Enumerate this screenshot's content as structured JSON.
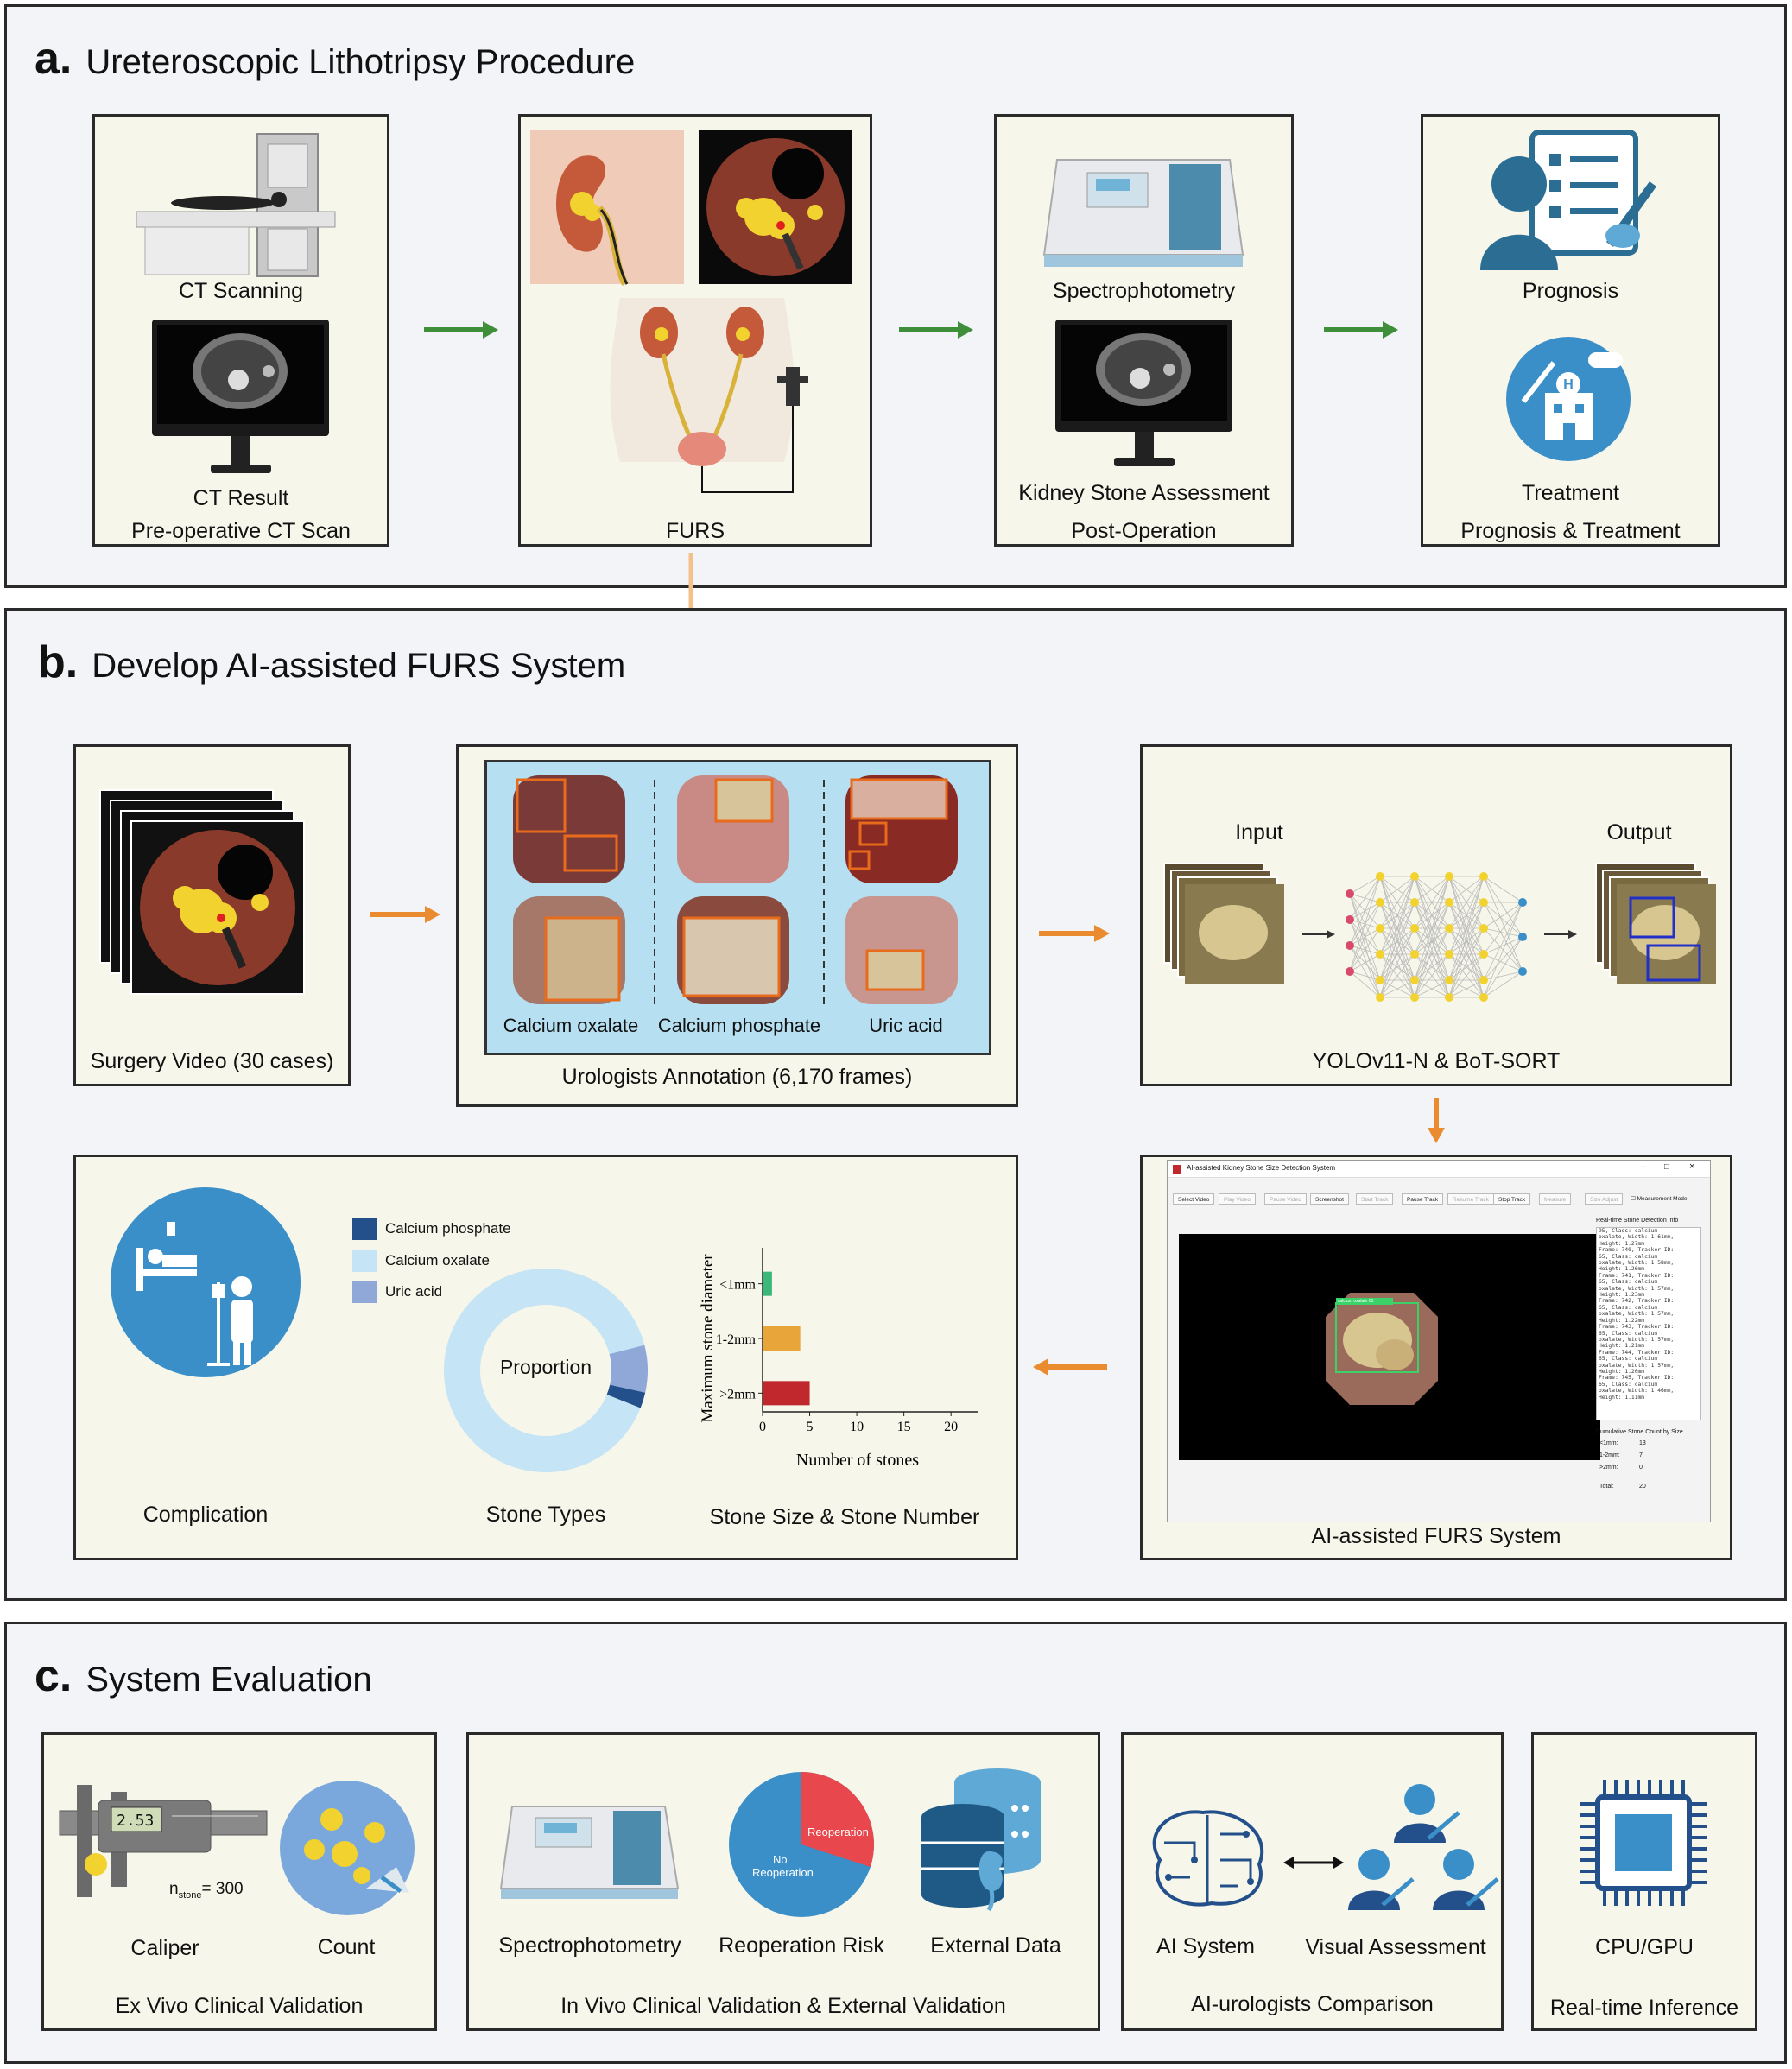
{
  "panel_a": {
    "letter": "a.",
    "title": "Ureteroscopic Lithotripsy Procedure",
    "box1": {
      "label_top": "CT Scanning",
      "label_mid": "CT Result",
      "caption": "Pre-operative CT Scan"
    },
    "box2": {
      "caption": "FURS"
    },
    "box3": {
      "label_top": "Spectrophotometry",
      "label_mid": "Kidney Stone Assessment",
      "caption": "Post-Operation"
    },
    "box4": {
      "label_top": "Prognosis",
      "label_mid": "Treatment",
      "caption": "Prognosis & Treatment"
    }
  },
  "panel_b": {
    "letter": "b.",
    "title": "Develop AI-assisted FURS System",
    "video": {
      "caption": "Surgery Video (30 cases)"
    },
    "annotation": {
      "caption": "Urologists Annotation (6,170 frames)",
      "classes": [
        "Calcium oxalate",
        "Calcium phosphate",
        "Uric acid"
      ]
    },
    "model": {
      "input_label": "Input",
      "output_label": "Output",
      "caption": "YOLOv11-N & BoT-SORT"
    },
    "results": {
      "complication_label": "Complication",
      "stone_types_label": "Stone Types",
      "stone_size_label": "Stone Size & Stone Number",
      "donut_center": "Proportion",
      "legend": [
        "Calcium phosphate",
        "Calcium oxalate",
        "Uric acid"
      ]
    },
    "system": {
      "caption": "AI-assisted FURS System",
      "window_title": "AI-assisted Kidney Stone Size Detection System",
      "buttons": [
        "Select Video",
        "Play Video",
        "Pause Video",
        "Screenshot",
        "Start Track",
        "Pause Track",
        "Resume Track",
        "Stop Track",
        "Measure",
        "Size Adjust"
      ],
      "checkbox": "Measurement Mode",
      "info_title": "Real-time Stone Detection Info",
      "info_lines": [
        "95, Class: calcium",
        "oxalate, Width: 1.61mm,",
        "Height: 1.27mm",
        "Frame: 740, Tracker ID:",
        "65, Class: calcium",
        "oxalate, Width: 1.58mm,",
        "Height: 1.26mm",
        "Frame: 741, Tracker ID:",
        "65, Class: calcium",
        "oxalate, Width: 1.57mm,",
        "Height: 1.23mm",
        "Frame: 742, Tracker ID:",
        "65, Class: calcium",
        "oxalate, Width: 1.57mm,",
        "Height: 1.22mm",
        "Frame: 743, Tracker ID:",
        "65, Class: calcium",
        "oxalate, Width: 1.57mm,",
        "Height: 1.21mm",
        "Frame: 744, Tracker ID:",
        "65, Class: calcium",
        "oxalate, Width: 1.57mm,",
        "Height: 1.20mm",
        "Frame: 745, Tracker ID:",
        "65, Class: calcium",
        "oxalate, Width: 1.46mm,",
        "Height: 1.11mm"
      ],
      "count_title": "Cumulative Stone Count by Size",
      "counts": [
        {
          "k": "<1mm:",
          "v": "13"
        },
        {
          "k": "1-2mm:",
          "v": "7"
        },
        {
          "k": ">2mm:",
          "v": "0"
        },
        {
          "k": "Total:",
          "v": "20"
        }
      ],
      "detection_tag": "calcium oxalate 65"
    }
  },
  "panel_c": {
    "letter": "c.",
    "title": "System Evaluation",
    "box1": {
      "caliper": "Caliper",
      "count": "Count",
      "caliper_reading": "2.53",
      "n_prefix": "n",
      "n_sub": "stone",
      "n_suffix": "= 300",
      "caption": "Ex Vivo Clinical Validation"
    },
    "box2": {
      "spectro": "Spectrophotometry",
      "risk": "Reoperation Risk",
      "external": "External Data",
      "pie_reop": "Reoperation",
      "pie_no_1": "No",
      "pie_no_2": "Reoperation",
      "caption": "In Vivo Clinical Validation & External Validation"
    },
    "box3": {
      "ai": "AI System",
      "visual": "Visual Assessment",
      "caption": "AI-urologists Comparison"
    },
    "box4": {
      "hw": "CPU/GPU",
      "caption": "Real-time Inference"
    }
  },
  "chart_data": {
    "type": "bar",
    "orientation": "horizontal",
    "categories": [
      "<1mm",
      "1-2mm",
      ">2mm"
    ],
    "values": [
      1,
      4,
      5
    ],
    "colors": [
      "#3bb87a",
      "#e8a53a",
      "#c0282d"
    ],
    "xlabel": "Number of stones",
    "ylabel": "Maximum stone diameter",
    "xticks": [
      0,
      5,
      10,
      15,
      20
    ],
    "xlim": [
      0,
      22
    ]
  },
  "donut_data": {
    "type": "pie",
    "categories": [
      "Calcium oxalate",
      "Uric acid",
      "Calcium phosphate"
    ],
    "values": [
      0.9,
      0.075,
      0.025
    ],
    "colors": [
      "#c5e4f5",
      "#8fa8d8",
      "#23508a"
    ]
  },
  "colors": {
    "arrow_green": "#3f8f3a",
    "arrow_orange": "#e98b2e",
    "accent_blue": "#3a8fc9"
  }
}
